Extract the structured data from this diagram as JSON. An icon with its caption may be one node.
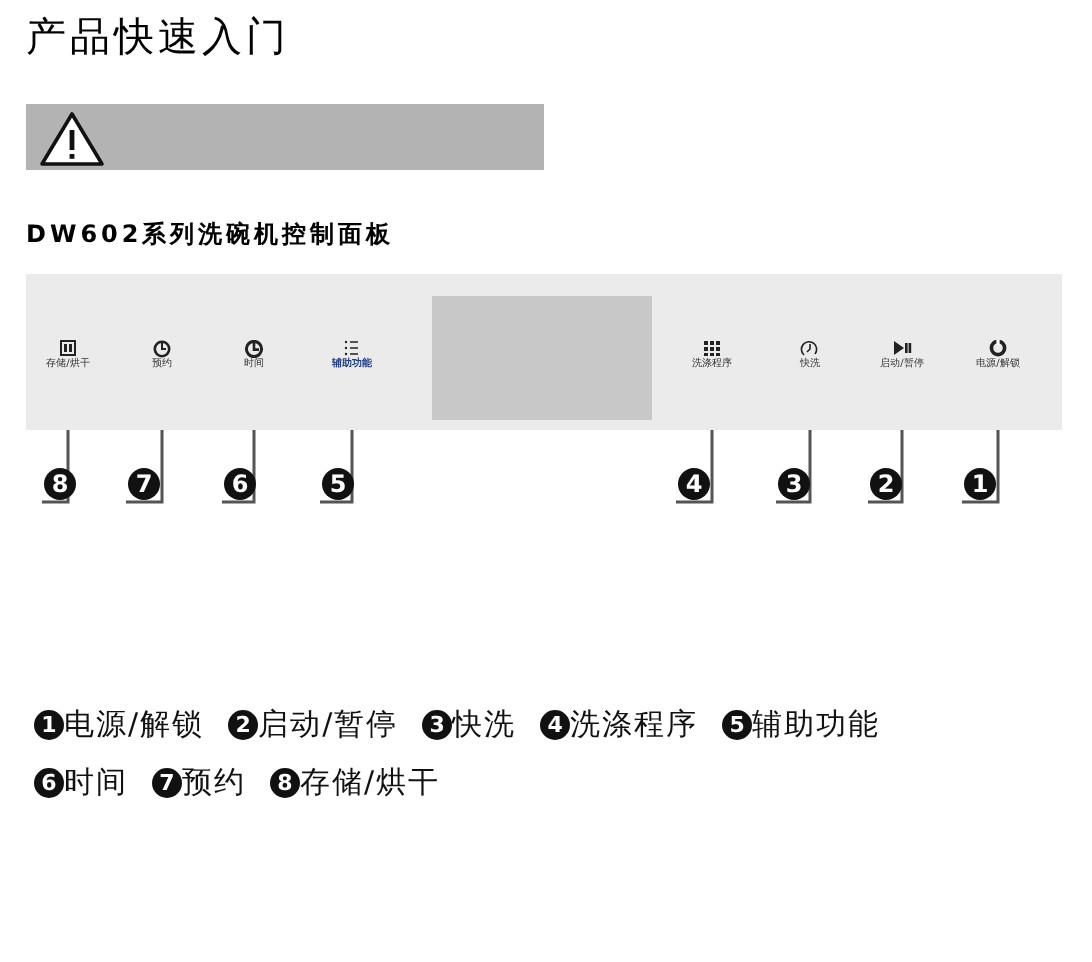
{
  "diagram": {
    "title": "产品快速入门",
    "nodes": [
      {
        "text": [],
        "shape": "box"
      },
      {
        "text": [
          "存储/烘干"
        ],
        "in": 0
      },
      {
        "text": [
          "预约"
        ],
        "in": 0
      },
      {
        "text": [
          "时间"
        ],
        "in": 0
      },
      {
        "text": [
          "辅助功能"
        ],
        "in": 0
      },
      {
        "text": [],
        "shape": "box",
        "in": 0
      },
      {
        "text": [
          "洗涤程序"
        ],
        "in": 0
      },
      {
        "text": [
          "快洗"
        ],
        "in": 0
      },
      {
        "text": [
          "启动/暂停"
        ],
        "in": 0
      },
      {
        "text": [
          "电源/解锁"
        ],
        "in": 0
      },
      {
        "text": [
          "8"
        ]
      },
      {
        "text": [
          "7"
        ]
      },
      {
        "text": [
          "6"
        ]
      },
      {
        "text": [
          "5"
        ]
      },
      {
        "text": [
          "4"
        ]
      },
      {
        "text": [
          "3"
        ]
      },
      {
        "text": [
          "2"
        ]
      },
      {
        "text": [
          "1"
        ]
      },
      {
        "text": [
          "1"
        ],
        "beside": [
          "电源/解锁"
        ]
      },
      {
        "text": [
          "2"
        ],
        "beside": [
          "启动/暂停"
        ]
      },
      {
        "text": [
          "3"
        ],
        "beside": [
          "快洗"
        ]
      },
      {
        "text": [
          "4"
        ],
        "beside": [
          "洗涤程序"
        ]
      },
      {
        "text": [
          "5"
        ],
        "beside": [
          "辅助功能"
        ]
      },
      {
        "text": [
          "6"
        ],
        "beside": [
          "时间"
        ]
      },
      {
        "text": [
          "7"
        ],
        "beside": [
          "预约"
        ]
      },
      {
        "text": [
          "8"
        ],
        "beside": [
          "存储/烘干"
        ]
      }
    ],
    "edges": [
      {
        "from": 10,
        "to": 1,
        "arrow": "none"
      },
      {
        "from": 11,
        "to": 2,
        "arrow": "none"
      },
      {
        "from": 12,
        "to": 3,
        "arrow": "none"
      },
      {
        "from": 13,
        "to": 4,
        "arrow": "none"
      },
      {
        "from": 14,
        "to": 6,
        "arrow": "none"
      },
      {
        "from": 15,
        "to": 7,
        "arrow": "none"
      },
      {
        "from": 16,
        "to": 8,
        "arrow": "none"
      },
      {
        "from": 17,
        "to": 9,
        "arrow": "none"
      }
    ],
    "labels": [
      "DW602系列洗碗机控制面板"
    ]
  }
}
